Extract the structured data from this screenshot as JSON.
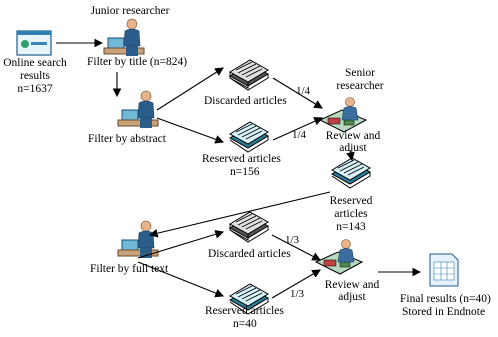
{
  "diagram": {
    "junior_title": "Junior researcher",
    "online_l1": "Online search",
    "online_l2": "results",
    "online_l3": "n=1637",
    "filter_title": "Filter by title (n=824)",
    "filter_abstract": "Filter by abstract",
    "discarded_1": "Discarded articles",
    "reserved_1_l1": "Reserved articles",
    "reserved_1_l2": "n=156",
    "frac_top": "1/4",
    "frac_bottom": "1/4",
    "senior_l1": "Senior",
    "senior_l2": "researcher",
    "review_1_l1": "Review and",
    "review_1_l2": "adjust",
    "reserved_2_l1": "Reserved",
    "reserved_2_l2": "articles",
    "reserved_2_l3": "n=143",
    "filter_full_text": "Filter by full text",
    "discarded_2": "Discarded articles",
    "frac_mid1": "1/3",
    "frac_mid2": "1/3",
    "review_2_l1": "Review and",
    "review_2_l2": "adjust",
    "reserved_3_l1": "Reserved articles",
    "reserved_3_l2": "n=40",
    "final_l1": "Final results (n=40)",
    "final_l2": "Stored in Endnote"
  },
  "colors": {
    "line": "#000000",
    "person": "#2b5d8a",
    "skin": "#e8b48a",
    "screen": "#6fb8d6",
    "paper": "#d8d8d8",
    "reserved": "#cfeaf2"
  }
}
